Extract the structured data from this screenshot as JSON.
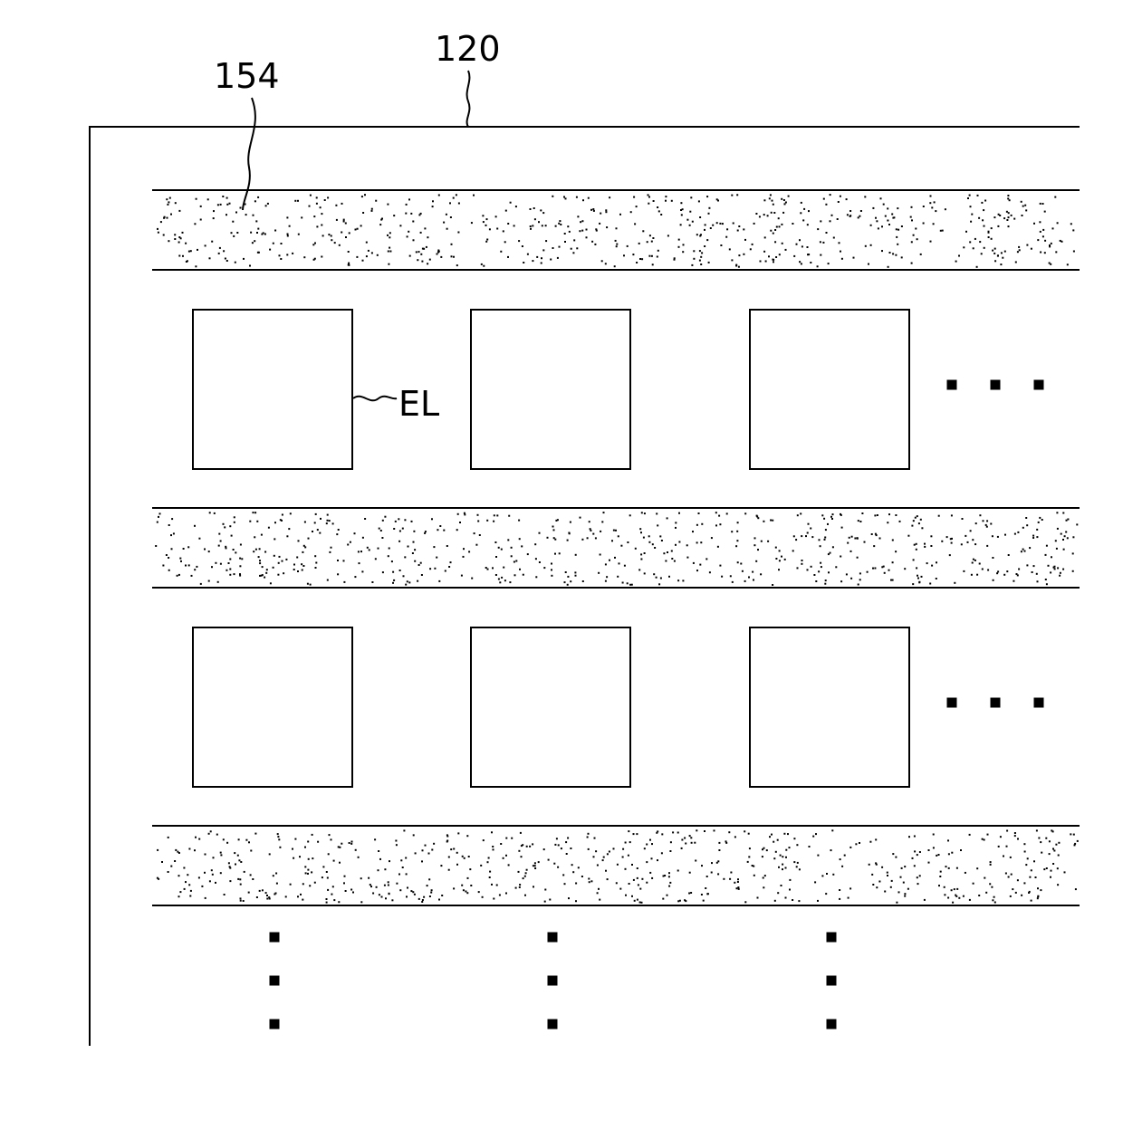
{
  "labels": {
    "substrate_ref": "120",
    "stripe_ref": "154",
    "element_ref": "EL"
  },
  "structure": {
    "stripe_count": 3,
    "element_rows": 2,
    "element_columns": 3,
    "row_continuation": "• • •",
    "column_continuation": "⋮"
  },
  "colors": {
    "line": "#000000",
    "background": "#ffffff",
    "stipple": "#000000"
  }
}
